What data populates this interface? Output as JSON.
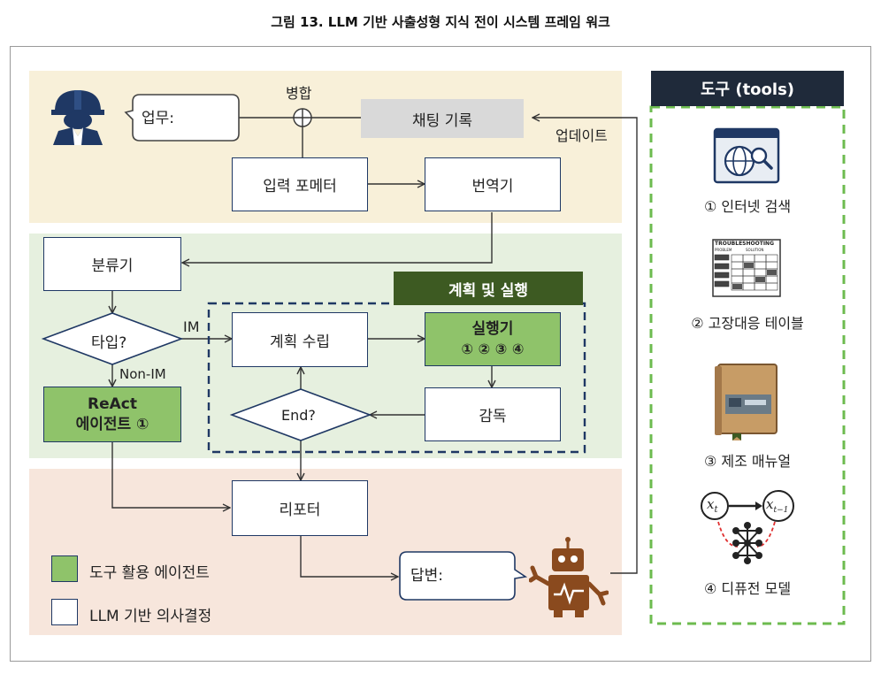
{
  "title": "그림 13. LLM 기반 사출성형 지식 전이 시스템 프레임 워크",
  "colors": {
    "band_input": "#f8f0d9",
    "band_process": "#e6f0df",
    "band_output": "#f7e6dc",
    "tool_agent_green": "#8fc36a",
    "box_border": "#1f3864",
    "tools_dashed": "#6dbb4f",
    "plan_title_bg": "#3d5a22"
  },
  "input_section": {
    "worker_bubble": "업무:",
    "merge_label": "병합",
    "chat_history": "채팅 기록",
    "update_label": "업데이트",
    "input_formatter": "입력 포메터",
    "translator": "번역기"
  },
  "process_section": {
    "classifier": "분류기",
    "type_decision": "타입?",
    "im_label": "IM",
    "non_im_label": "Non-IM",
    "react_agent_line1": "ReAct",
    "react_agent_line2": "에이전트 ①",
    "plan_and_execute_title": "계획 및 실행",
    "planning": "계획 수립",
    "executor_line1": "실행기",
    "executor_line2": "① ② ③ ④",
    "supervision": "감독",
    "end_decision": "End?"
  },
  "output_section": {
    "reporter": "리포터",
    "answer_bubble": "답변:"
  },
  "legend": {
    "tool_agent": "도구 활용 에이전트",
    "llm_decision": "LLM 기반 의사결정"
  },
  "tools": {
    "header": "도구 (tools)",
    "items": [
      {
        "label": "① 인터넷 검색",
        "icon": "web-search-icon"
      },
      {
        "label": "② 고장대응 테이블",
        "icon": "troubleshooting-table-icon",
        "icon_text_1": "TROUBLESHOOTING",
        "icon_text_2": "PROBLEM",
        "icon_text_3": "SOLUTION"
      },
      {
        "label": "③ 제조 매뉴얼",
        "icon": "manual-book-icon"
      },
      {
        "label": "④ 디퓨전 모델",
        "icon": "diffusion-model-icon",
        "icon_text_1": "x",
        "icon_sub_1": "t",
        "icon_text_2": "x",
        "icon_sub_2": "t−1"
      }
    ]
  }
}
